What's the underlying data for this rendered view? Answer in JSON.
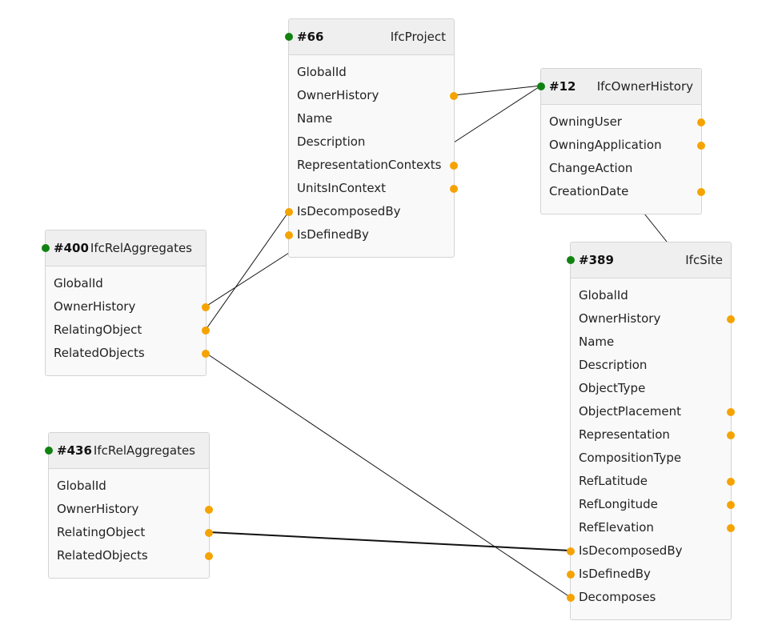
{
  "colors": {
    "port": "#f5a300",
    "header_port": "#118211",
    "wire": "#111111"
  },
  "nodes": {
    "n66": {
      "id": "#66",
      "type": "IfcProject",
      "rows": [
        "GlobalId",
        "OwnerHistory",
        "Name",
        "Description",
        "RepresentationContexts",
        "UnitsInContext",
        "IsDecomposedBy",
        "IsDefinedBy"
      ]
    },
    "n12": {
      "id": "#12",
      "type": "IfcOwnerHistory",
      "rows": [
        "OwningUser",
        "OwningApplication",
        "ChangeAction",
        "CreationDate"
      ]
    },
    "n400": {
      "id": "#400",
      "type": "IfcRelAggregates",
      "rows": [
        "GlobalId",
        "OwnerHistory",
        "RelatingObject",
        "RelatedObjects"
      ]
    },
    "n436": {
      "id": "#436",
      "type": "IfcRelAggregates",
      "rows": [
        "GlobalId",
        "OwnerHistory",
        "RelatingObject",
        "RelatedObjects"
      ]
    },
    "n389": {
      "id": "#389",
      "type": "IfcSite",
      "rows": [
        "GlobalId",
        "OwnerHistory",
        "Name",
        "Description",
        "ObjectType",
        "ObjectPlacement",
        "Representation",
        "CompositionType",
        "RefLatitude",
        "RefLongitude",
        "RefElevation",
        "IsDecomposedBy",
        "IsDefinedBy",
        "Decomposes"
      ]
    }
  }
}
